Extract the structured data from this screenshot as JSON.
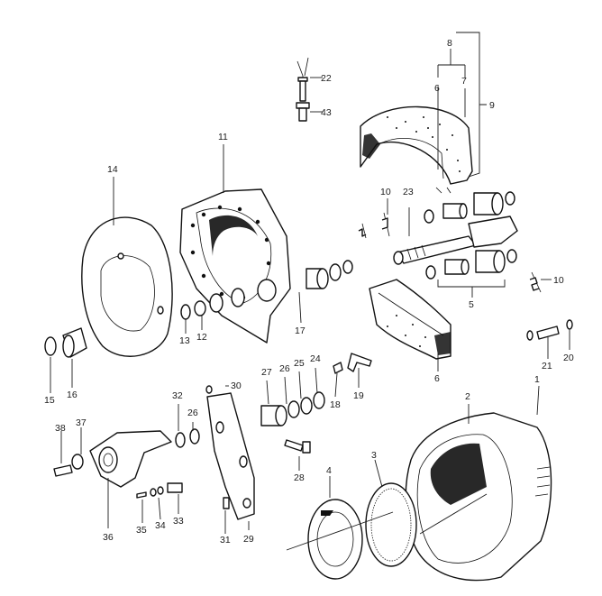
{
  "diagram": {
    "callouts": [
      "1",
      "2",
      "3",
      "4",
      "5",
      "6",
      "6",
      "7",
      "8",
      "9",
      "10",
      "10",
      "11",
      "12",
      "13",
      "14",
      "15",
      "16",
      "17",
      "18",
      "19",
      "20",
      "21",
      "22",
      "23",
      "24",
      "25",
      "26",
      "26",
      "27",
      "28",
      "29",
      "30",
      "31",
      "32",
      "33",
      "34",
      "35",
      "36",
      "37",
      "38",
      "43"
    ]
  }
}
